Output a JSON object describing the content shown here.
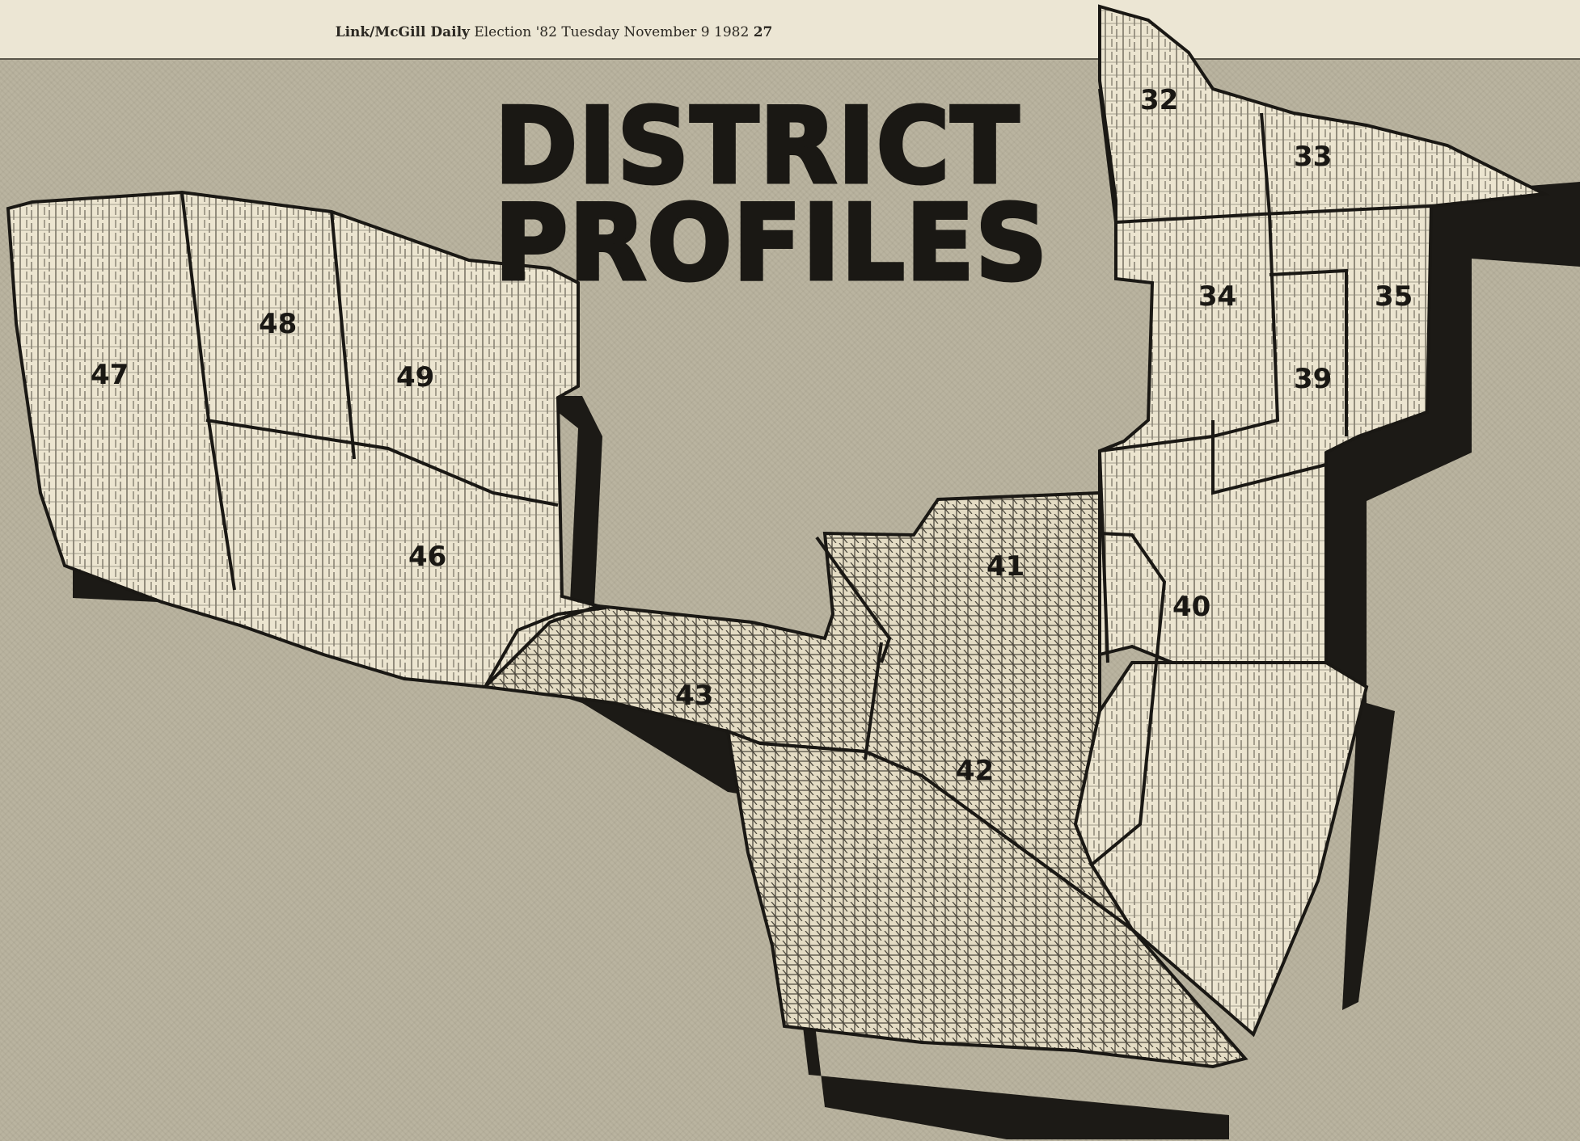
{
  "header": {
    "publication": "Link/McGill Daily",
    "edition": "Election '82 Tuesday November 9 1982",
    "page_number": "27"
  },
  "headline": {
    "line1": "DISTRICT",
    "line2": "PROFILES"
  },
  "districts": [
    "32",
    "33",
    "34",
    "35",
    "39",
    "40",
    "41",
    "42",
    "43",
    "46",
    "47",
    "48",
    "49"
  ],
  "colors": {
    "land": "#ece5d0",
    "water": "#bab4a0",
    "shadow": "#1c1a16",
    "border": "#1a1814",
    "street": "#5b574b"
  }
}
